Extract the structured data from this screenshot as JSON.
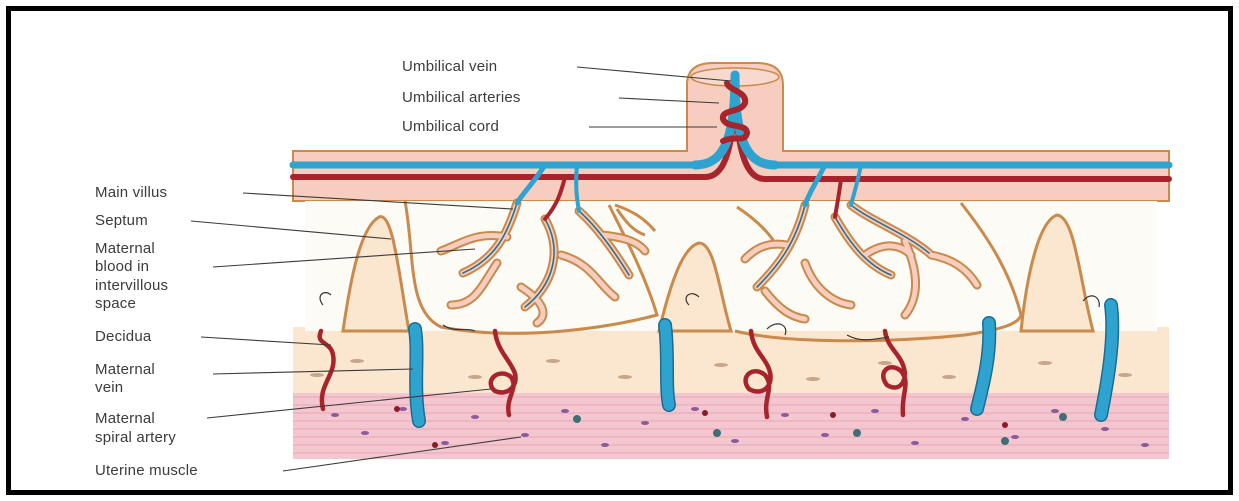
{
  "labels": {
    "umbilical_vein": "Umbilical vein",
    "umbilical_arteries": "Umbilical arteries",
    "umbilical_cord": "Umbilical cord",
    "main_villus": "Main villus",
    "septum": "Septum",
    "maternal_blood_1": "Maternal",
    "maternal_blood_2": "blood in",
    "maternal_blood_3": "intervillous",
    "maternal_blood_4": "space",
    "decidua": "Decidua",
    "maternal_vein_1": "Maternal",
    "maternal_vein_2": "vein",
    "spiral_artery_1": "Maternal",
    "spiral_artery_2": "spiral artery",
    "uterine_muscle": "Uterine muscle"
  },
  "colors": {
    "vein_blue": "#2fa3d0",
    "artery_red": "#a8242c",
    "chorion_pink": "#f6cdbf",
    "decidua_cream": "#fbe6cf",
    "villus_outline": "#c98a4b",
    "muscle_pink": "#f4c6cf"
  }
}
